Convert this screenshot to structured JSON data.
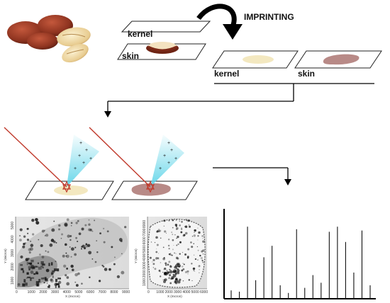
{
  "labels": {
    "imprinting": "IMPRINTING",
    "kernel_slide": "kernel",
    "skin_slide": "skin",
    "kernel_imprint": "kernel",
    "skin_imprint": "skin"
  },
  "image_left": {
    "x_axis_label": "X (micron)",
    "y_axis_label": "Y (micron)",
    "x_ticks": [
      "0",
      "1000",
      "2000",
      "3000",
      "4000",
      "5000",
      "6000",
      "7000",
      "8000",
      "9000"
    ],
    "y_ticks": [
      "1000",
      "2000",
      "3000",
      "4000",
      "5000"
    ]
  },
  "image_right": {
    "x_axis_label": "X (micron)",
    "y_axis_label": "Y (micron)",
    "x_ticks": [
      "0",
      "1000",
      "2000",
      "3000",
      "4000",
      "5000",
      "6000"
    ],
    "y_ticks": [
      "1000",
      "2000",
      "3000",
      "4000",
      "5000",
      "6000",
      "7000",
      "8000"
    ]
  },
  "mass_spectrum_peaks": [
    0.06,
    0.05,
    0.56,
    0.14,
    0.32,
    0.41,
    0.1,
    0.04,
    0.54,
    0.08,
    0.18,
    0.12,
    0.52,
    0.56,
    0.44,
    0.2,
    0.53,
    0.1
  ],
  "colors": {
    "arrow": "#000000",
    "laser": "#c0392b",
    "plume": "#5fd4e8",
    "kernel_imprint": "#f3e8c0",
    "skin_imprint": "#b88a87",
    "peanut_skin": "#9a3a24",
    "peanut_kernel": "#f0dcae"
  }
}
